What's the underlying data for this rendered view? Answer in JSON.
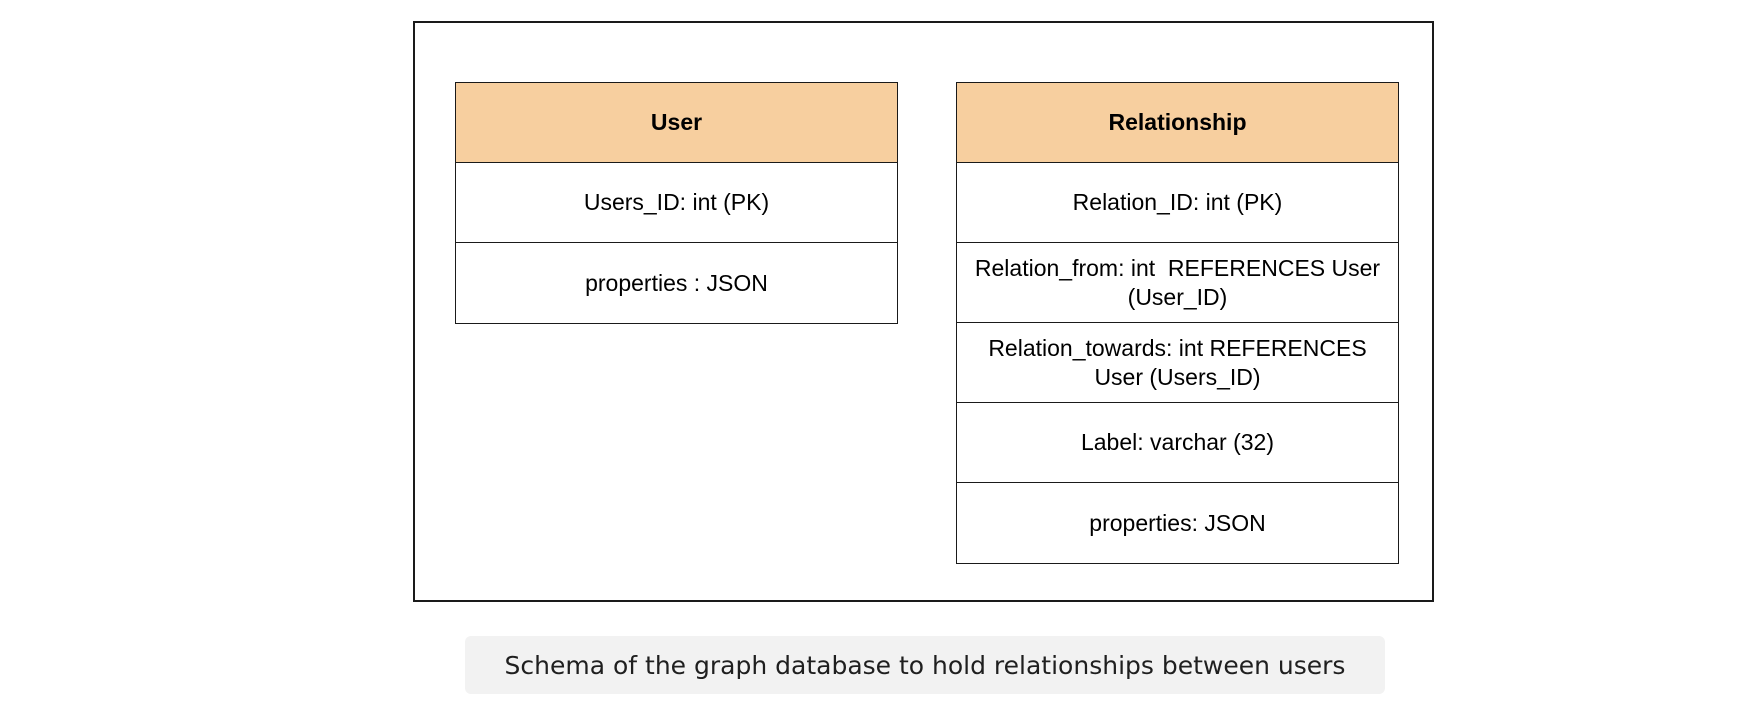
{
  "colors": {
    "header_fill": "#f7cf9f",
    "caption_bg": "#f2f2f2",
    "border": "#1a1a1a"
  },
  "entities": [
    {
      "title": "User",
      "fields": [
        "Users_ID: int (PK)",
        "properties : JSON"
      ]
    },
    {
      "title": "Relationship",
      "fields": [
        "Relation_ID: int (PK)",
        "Relation_from: int  REFERENCES User (User_ID)",
        "Relation_towards: int REFERENCES User (Users_ID)",
        "Label: varchar (32)",
        "properties: JSON"
      ]
    }
  ],
  "caption": "Schema of the graph database to hold relationships between users"
}
